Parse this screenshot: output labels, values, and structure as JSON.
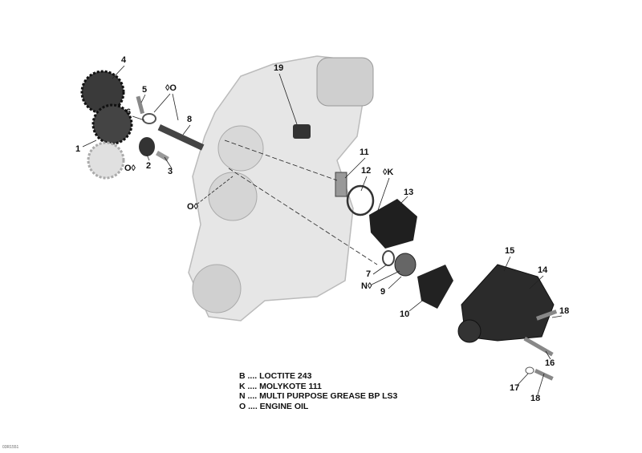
{
  "callouts": [
    {
      "id": "4",
      "text": "4"
    },
    {
      "id": "5",
      "text": "5"
    },
    {
      "id": "o1",
      "text": "◊O"
    },
    {
      "id": "6",
      "text": "6"
    },
    {
      "id": "8",
      "text": "8"
    },
    {
      "id": "1",
      "text": "1"
    },
    {
      "id": "o2",
      "text": "O◊"
    },
    {
      "id": "2",
      "text": "2"
    },
    {
      "id": "3",
      "text": "3"
    },
    {
      "id": "o3",
      "text": "O◊"
    },
    {
      "id": "19",
      "text": "19"
    },
    {
      "id": "11",
      "text": "11"
    },
    {
      "id": "12",
      "text": "12"
    },
    {
      "id": "k",
      "text": "◊K"
    },
    {
      "id": "13",
      "text": "13"
    },
    {
      "id": "7",
      "text": "7"
    },
    {
      "id": "n",
      "text": "N◊"
    },
    {
      "id": "9",
      "text": "9"
    },
    {
      "id": "10",
      "text": "10"
    },
    {
      "id": "15",
      "text": "15"
    },
    {
      "id": "14",
      "text": "14"
    },
    {
      "id": "18a",
      "text": "18"
    },
    {
      "id": "16",
      "text": "16"
    },
    {
      "id": "17",
      "text": "17"
    },
    {
      "id": "18b",
      "text": "18"
    }
  ],
  "legend": [
    "B .... LOCTITE 243",
    "K .... MOLYKOTE 111",
    "N .... MULTI PURPOSE GREASE BP LS3",
    "O .... ENGINE OIL"
  ],
  "drawing_code": "03R1551",
  "colors": {
    "cover": "#e4e4e4",
    "part_dark": "#2a2a2a",
    "part_mid": "#777777",
    "line": "#222222"
  }
}
